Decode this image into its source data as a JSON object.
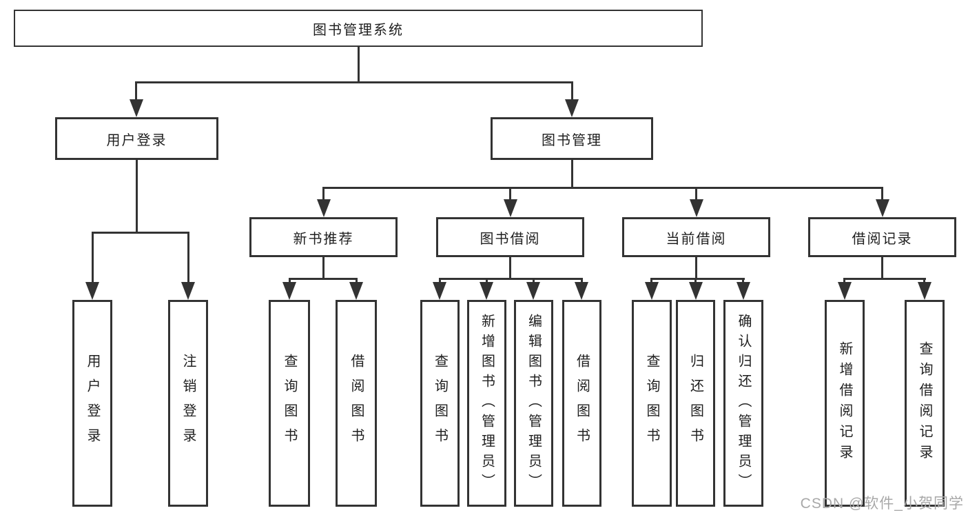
{
  "diagram": {
    "root": {
      "label": "图书管理系统"
    },
    "level2": {
      "user_login": {
        "label": "用户登录"
      },
      "book_mgmt": {
        "label": "图书管理"
      }
    },
    "level3": {
      "new_book": {
        "label": "新书推荐"
      },
      "book_borrow": {
        "label": "图书借阅"
      },
      "current_borrow": {
        "label": "当前借阅"
      },
      "borrow_record": {
        "label": "借阅记录"
      }
    },
    "leaves": {
      "user_login": [
        "用户登录",
        "注销登录"
      ],
      "new_book": [
        "查询图书",
        "借阅图书"
      ],
      "book_borrow": [
        "查询图书",
        "新增图书（管理员）",
        "编辑图书（管理员）",
        "借阅图书"
      ],
      "current_borrow": [
        "查询图书",
        "归还图书",
        "确认归还（管理员）"
      ],
      "borrow_record": [
        "新增借阅记录",
        "查询借阅记录"
      ]
    }
  },
  "watermark": {
    "text": "CSDN @软件_小贺同学"
  },
  "colors": {
    "line": "#333333",
    "box_fill": "#ffffff",
    "text": "#1f1f1f",
    "watermark": "#a8a8a8"
  }
}
